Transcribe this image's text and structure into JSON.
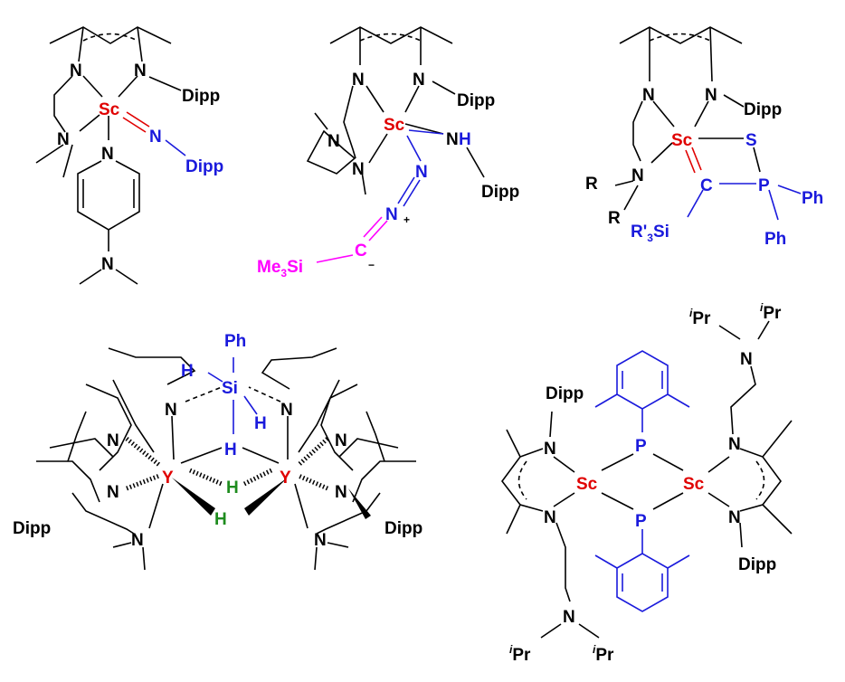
{
  "colors": {
    "text": "#000000",
    "metal": "#e00000",
    "ligand": "#1a1adc",
    "diazo": "#ff00ff",
    "hydride": "#1e8c1e"
  },
  "s1": {
    "metal": "Sc",
    "n_top_left": "N",
    "n_top_right": "N",
    "dipp_top": "Dipp",
    "n_amine": "N",
    "n_imido": "N",
    "dipp_imido": "Dipp",
    "n_pyridine": "N",
    "n_dmap": "N"
  },
  "s2": {
    "metal": "Sc",
    "n_top_left": "N",
    "n_top_right": "N",
    "dipp_top": "Dipp",
    "n_ring_a": "N",
    "n_ring_b": "N",
    "n_h": "N",
    "h_amide": "H",
    "dipp_amide": "Dipp",
    "n_diazo_1": "N",
    "n_diazo_2": "N",
    "plus": "+",
    "c_diazo": "C",
    "minus": "−",
    "me3si": "Me",
    "me3si_sub": "3",
    "me3si_end": "Si"
  },
  "s3": {
    "metal": "Sc",
    "n_top_left": "N",
    "n_top_right": "N",
    "dipp_top": "Dipp",
    "n_amine": "N",
    "r1": "R",
    "r2": "R",
    "s": "S",
    "c": "C",
    "p": "P",
    "ph1": "Ph",
    "ph2": "Ph",
    "silyl": "R'",
    "silyl_sub": "3",
    "silyl_end": "Si"
  },
  "s4": {
    "y_left": "Y",
    "y_right": "Y",
    "ph": "Ph",
    "si": "Si",
    "h_si_left": "H",
    "h_si_right": "H",
    "h_bridge_mid": "H",
    "h_y_1": "H",
    "h_y_2": "H",
    "n_tl": "N",
    "n_tr": "N",
    "n_l1": "N",
    "n_l2": "N",
    "n_r1": "N",
    "n_r2": "N",
    "n_bl": "N",
    "n_br": "N",
    "dipp_left": "Dipp",
    "dipp_right": "Dipp"
  },
  "s5": {
    "sc_left": "Sc",
    "sc_right": "Sc",
    "p_top": "P",
    "p_bottom": "P",
    "dipp_tl": "Dipp",
    "dipp_br": "Dipp",
    "n_tl": "N",
    "n_bl": "N",
    "n_tr": "N",
    "n_br": "N",
    "n_ipr_bottom": "N",
    "n_ipr_top": "N",
    "ipr_i": "i",
    "ipr_pr": "Pr"
  }
}
